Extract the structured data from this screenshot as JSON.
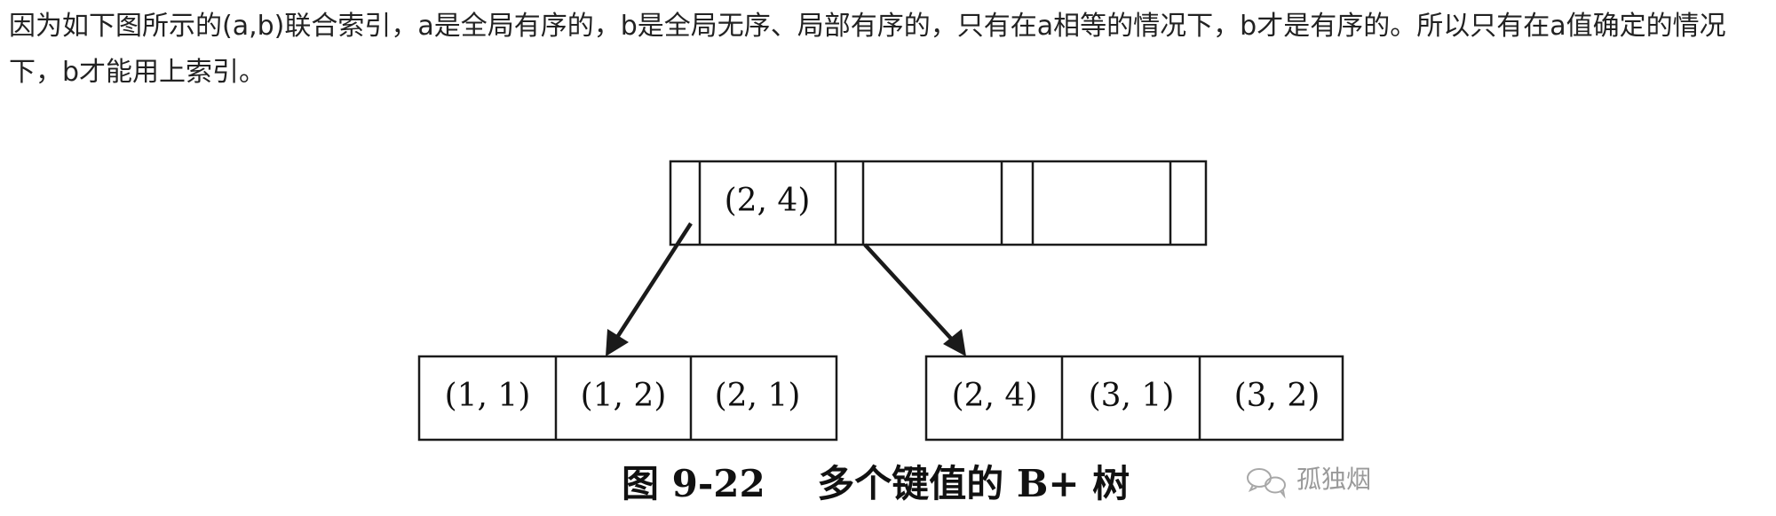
{
  "paragraph": "因为如下图所示的(a,b)联合索引，a是全局有序的，b是全局无序、局部有序的，只有在a相等的情况下，b才是有序的。所以只有在a值确定的情况下，b才能用上索引。",
  "diagram": {
    "root_node": {
      "keys": [
        "(2, 4)"
      ]
    },
    "leaf_left": {
      "keys": [
        "(1, 1)",
        "(1, 2)",
        "(2, 1)"
      ]
    },
    "leaf_right": {
      "keys": [
        "(2, 4)",
        "(3, 1)",
        "(3, 2)"
      ]
    },
    "caption": "图 9-22    多个键值的 B+ 树",
    "watermark": "孤独烟",
    "watermark_icon": "wechat-icon"
  },
  "colors": {
    "text": "#222222",
    "line": "#1a1a1a",
    "watermark": "#9a9a9a"
  }
}
